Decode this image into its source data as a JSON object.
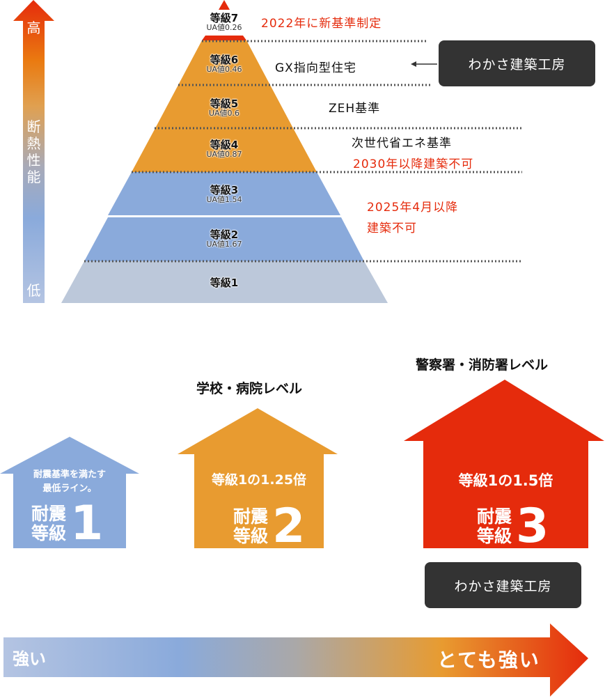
{
  "axis": {
    "high": "高",
    "label": "断熱性能",
    "low": "低"
  },
  "levels": [
    {
      "name": "等級7",
      "ua": "UA値0.26"
    },
    {
      "name": "等級6",
      "ua": "UA値0.46"
    },
    {
      "name": "等級5",
      "ua": "UA値0.6"
    },
    {
      "name": "等級4",
      "ua": "UA値0.87"
    },
    {
      "name": "等級3",
      "ua": "UA値1.54"
    },
    {
      "name": "等級2",
      "ua": "UA値1.67"
    },
    {
      "name": "等級1"
    }
  ],
  "notes": {
    "g7": "2022年に新基準制定",
    "g6": "GX指向型住宅",
    "g5": "ZEH基準",
    "g4a": "次世代省エネ基準",
    "g4b": "2030年以降建築不可",
    "g3a": "2025年4月以降",
    "g3b": "建築不可"
  },
  "company_label": "わかさ建築工房",
  "houses": [
    {
      "title": "",
      "desc1": "耐震基準を満たす",
      "desc2": "最低ライン。",
      "k1": "耐震",
      "k2": "等級",
      "num": "1"
    },
    {
      "title": "学校・病院レベル",
      "desc1": "等級1の1.25倍",
      "k1": "耐震",
      "k2": "等級",
      "num": "2"
    },
    {
      "title": "警察署・消防署レベル",
      "desc1": "等級1の1.5倍",
      "k1": "耐震",
      "k2": "等級",
      "num": "3"
    }
  ],
  "strength": {
    "left": "強い",
    "right": "とても強い"
  },
  "colors": {
    "red": "#e52b0c",
    "orange": "#e89b30",
    "blue": "#8aaadb",
    "grey": "#bcc8da",
    "dark": "#333333"
  }
}
